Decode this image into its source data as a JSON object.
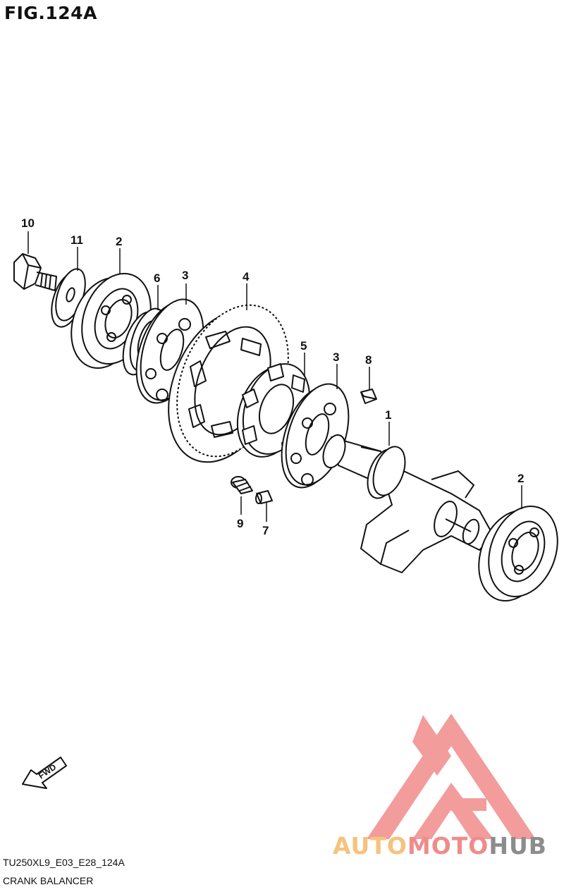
{
  "figure": {
    "title": "FIG.124A"
  },
  "callouts": [
    {
      "id": "c10",
      "label": "10"
    },
    {
      "id": "c11",
      "label": "11"
    },
    {
      "id": "c2a",
      "label": "2"
    },
    {
      "id": "c6",
      "label": "6"
    },
    {
      "id": "c3a",
      "label": "3"
    },
    {
      "id": "c4",
      "label": "4"
    },
    {
      "id": "c5",
      "label": "5"
    },
    {
      "id": "c3b",
      "label": "3"
    },
    {
      "id": "c8",
      "label": "8"
    },
    {
      "id": "c1",
      "label": "1"
    },
    {
      "id": "c2b",
      "label": "2"
    },
    {
      "id": "c9",
      "label": "9"
    },
    {
      "id": "c7",
      "label": "7"
    }
  ],
  "direction_badge": "FWD",
  "footer": {
    "code": "TU250XL9_E03_E28_124A",
    "caption": "CRANK BALANCER"
  },
  "watermark": {
    "part1": "AUTO",
    "part2": "MOTO",
    "part3": "HUB"
  },
  "colors": {
    "line": "#111111",
    "logo_red": "#f08b8b",
    "logo_orange": "#f6c27c",
    "logo_gray": "#8c8c8c"
  }
}
